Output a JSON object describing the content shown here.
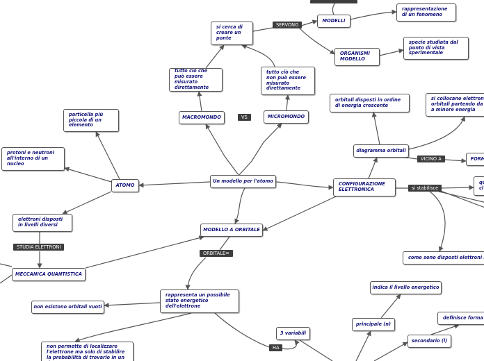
{
  "nodes": {
    "modelli": "MODELLI",
    "rappresentazione": "rappresentazione di un fenomeno",
    "si_cerca": "si cerca di creare un ponte",
    "organismi": "ORGANISMI MODELLO",
    "specie": "specie studiata dal punto di vista sperimentale",
    "tutto_misurato": "tutto ciò che può essere misurato direttamente",
    "tutto_non": "tutto ciò che non può essere misurato direttamente",
    "macromondo": "MACROMONDO",
    "micromondo": "MICROMONDO",
    "particella": "particella più piccola di un elemento",
    "protoni": "protoni e neutroni all'interno di un nucleo",
    "atomo": "ATOMO",
    "un_modello": "Un modello per l'atomo",
    "orbitali_disposti": "orbitali disposti in ordine di energia crescente",
    "si_collocano": "si collocano elettroni negli orbitali partendo da quello a minore energia",
    "diagramma": "diagramma orbitali",
    "forma": "FORMA",
    "configurazione": "CONFIGURAZIONE ELETTRONICA",
    "qu_cl": "qu cl",
    "elettroni_livelli": "elettroni disposti in livelli diversi",
    "modello_orbitale": "MODELLO A ORBITALE",
    "meccanica": "MECCANICA QUANTISTICA",
    "come_sono": "come sono disposti elettroni all'interno",
    "rappresenta": "rappresenta un possibile stato energetico dell'elettrone",
    "non_esistono": "non esistono orbitali vuoti",
    "indica": "indica il livello energetico",
    "tre_variabili": "3 variabili",
    "principale": "principale (n)",
    "definisce": "definisce forma e",
    "secondario": "secondario (l)",
    "non_permette": "non permette di localizzare l'elettrone ma solo di stabilire la probabilità di trovarlo in un dato"
  },
  "links": {
    "top": "",
    "servono": "SERVONO",
    "vs": "VS",
    "vicino_a": "VICINO A",
    "si_stabilisce": "si stabilisce",
    "studia_elettroni": "STUDIA ELETTRONI",
    "orbitale": "ORBITALE=",
    "ha": "HA"
  },
  "colors": {
    "node_text": "#13137a",
    "node_border": "#555555",
    "link_bg": "#3d3d3d",
    "link_text": "#ffffff",
    "edge": "#555555"
  }
}
